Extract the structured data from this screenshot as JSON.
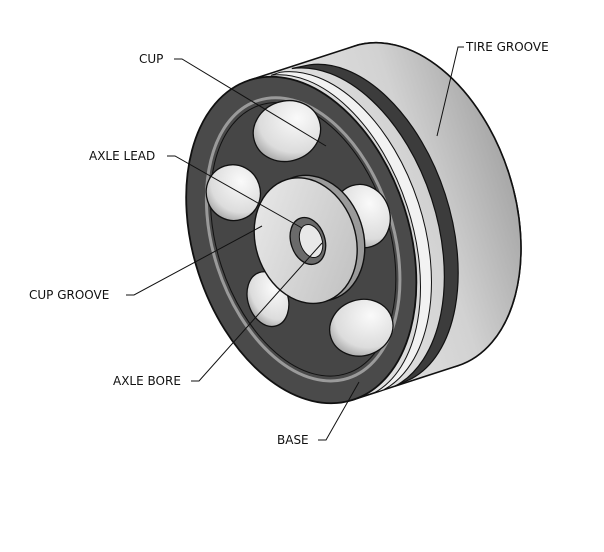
{
  "labels": {
    "cup": "CUP",
    "tire_groove": "TIRE GROOVE",
    "axle_lead": "AXLE LEAD",
    "cup_groove": "CUP GROOVE",
    "axle_bore": "AXLE BORE",
    "base": "BASE"
  },
  "colors": {
    "dark_face": "#4a4a4a",
    "rim_light": "#d6d6d6",
    "rim_shadow": "#8a8a8a",
    "leader": "#111111"
  }
}
